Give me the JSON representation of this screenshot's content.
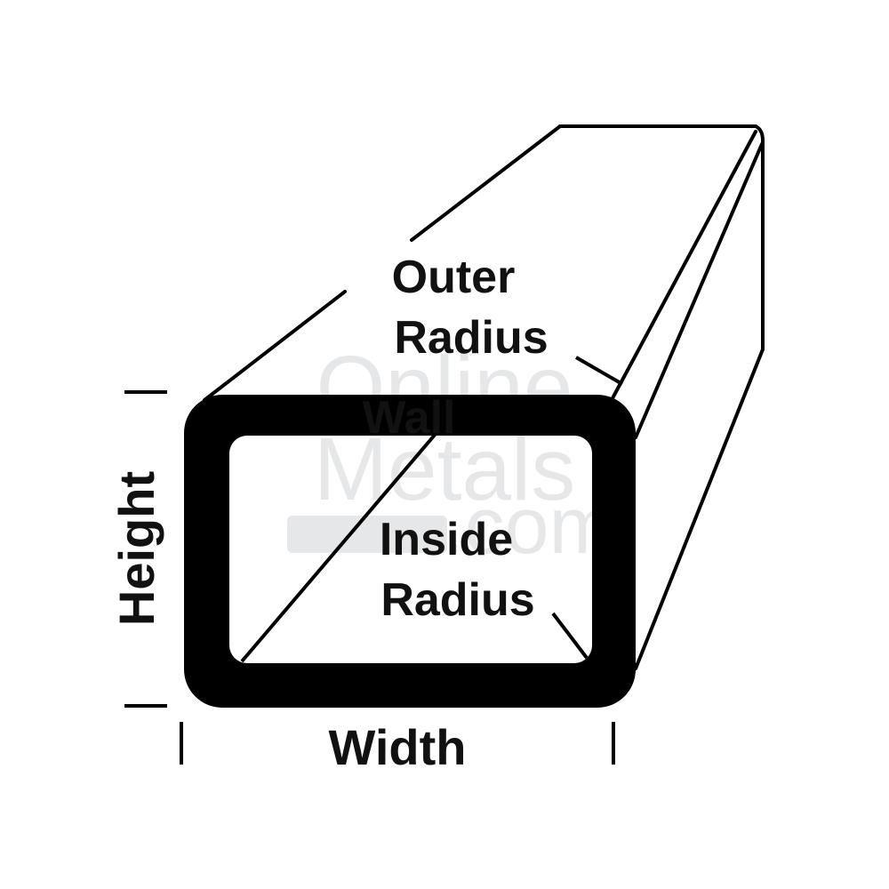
{
  "diagram": {
    "labels": {
      "outer_radius_line1": "Outer",
      "outer_radius_line2": "Radius",
      "wall": "Wall",
      "inside_radius_line1": "Inside",
      "inside_radius_line2": "Radius",
      "height": "Height",
      "width": "Width"
    },
    "watermark": {
      "line1": "Online",
      "line2": "Metals",
      "line3": ".com"
    },
    "colors": {
      "stroke": "#000000",
      "label_text": "#111111",
      "watermark": "#e6e7e9",
      "background": "#ffffff"
    }
  }
}
